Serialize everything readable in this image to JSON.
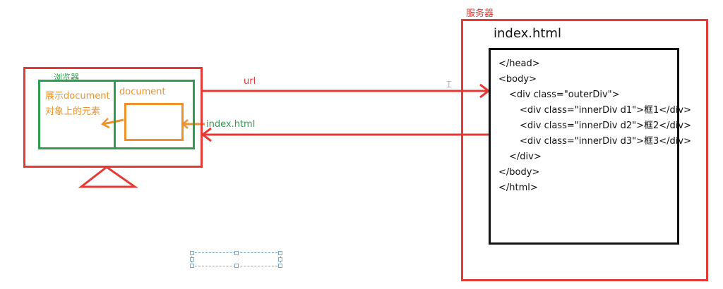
{
  "server": {
    "label": "服务器",
    "file_title": "index.html",
    "code_lines": [
      "</head>",
      "<body>",
      "<div class=\"outerDiv\">",
      "<div class=\"innerDiv d1\">框1</div>",
      "<div class=\"innerDiv d2\">框2</div>",
      "<div class=\"innerDiv d3\">框3</div>",
      "</div>",
      "</body>",
      "</html>"
    ]
  },
  "browser": {
    "label": "浏览器",
    "render_text_line1": "展示document",
    "render_text_line2": "对象上的元素",
    "document_label": "document"
  },
  "arrows": {
    "request_label": "url",
    "response_label": "index.html"
  },
  "colors": {
    "red": "#e53935",
    "green": "#2e9e4e",
    "orange": "#f0902a",
    "black": "#111111"
  }
}
